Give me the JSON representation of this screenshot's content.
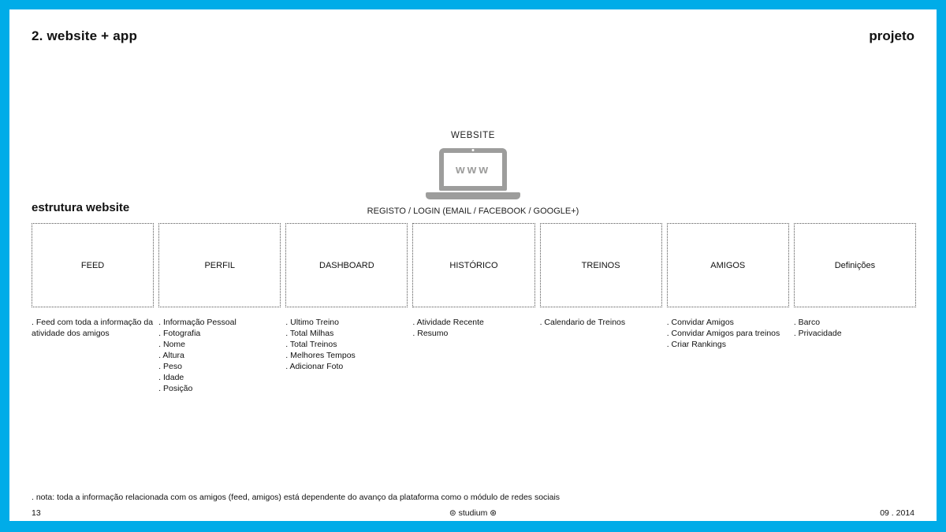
{
  "page": {
    "title": "2. website + app",
    "corner_label": "projeto",
    "website_label": "WEBSITE",
    "laptop_icon_text": "www",
    "section_title": "estrutura website",
    "register_line": "REGISTO / LOGIN (EMAIL / FACEBOOK / GOOGLE+)",
    "note": ". nota: toda a informação relacionada com os amigos (feed, amigos) está dependente do avanço da plataforma como  o módulo de redes sociais",
    "footer": {
      "page_number": "13",
      "credit": "⊜ studium ⊛",
      "date": "09 . 2014"
    },
    "colors": {
      "accent_border": "#00ACE8",
      "icon_gray": "#9d9d9c"
    }
  },
  "columns": [
    {
      "label": "FEED",
      "items": [
        ". Feed com toda a informação da atividade dos amigos"
      ]
    },
    {
      "label": "PERFIL",
      "items": [
        ". Informação Pessoal",
        ". Fotografia",
        ". Nome",
        ". Altura",
        ". Peso",
        ". Idade",
        ". Posição"
      ]
    },
    {
      "label": "DASHBOARD",
      "items": [
        ". Ultimo Treino",
        ". Total Milhas",
        ". Total Treinos",
        ". Melhores Tempos",
        ". Adicionar Foto"
      ]
    },
    {
      "label": "HISTÓRICO",
      "items": [
        ". Atividade Recente",
        ". Resumo"
      ]
    },
    {
      "label": "TREINOS",
      "items": [
        ". Calendario de Treinos"
      ]
    },
    {
      "label": "AMIGOS",
      "items": [
        ". Convidar Amigos",
        ". Convidar Amigos para treinos",
        ". Criar Rankings"
      ]
    },
    {
      "label": "Definições",
      "items": [
        ". Barco",
        ". Privacidade"
      ]
    }
  ]
}
